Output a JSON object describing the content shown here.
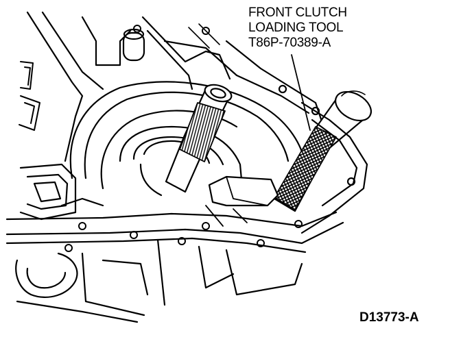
{
  "callout": {
    "line1": "FRONT CLUTCH",
    "line2": "LOADING TOOL",
    "line3": "T86P-70389-A"
  },
  "figure_id": "D13773-A",
  "colors": {
    "ink": "#000000",
    "paper": "#ffffff"
  }
}
